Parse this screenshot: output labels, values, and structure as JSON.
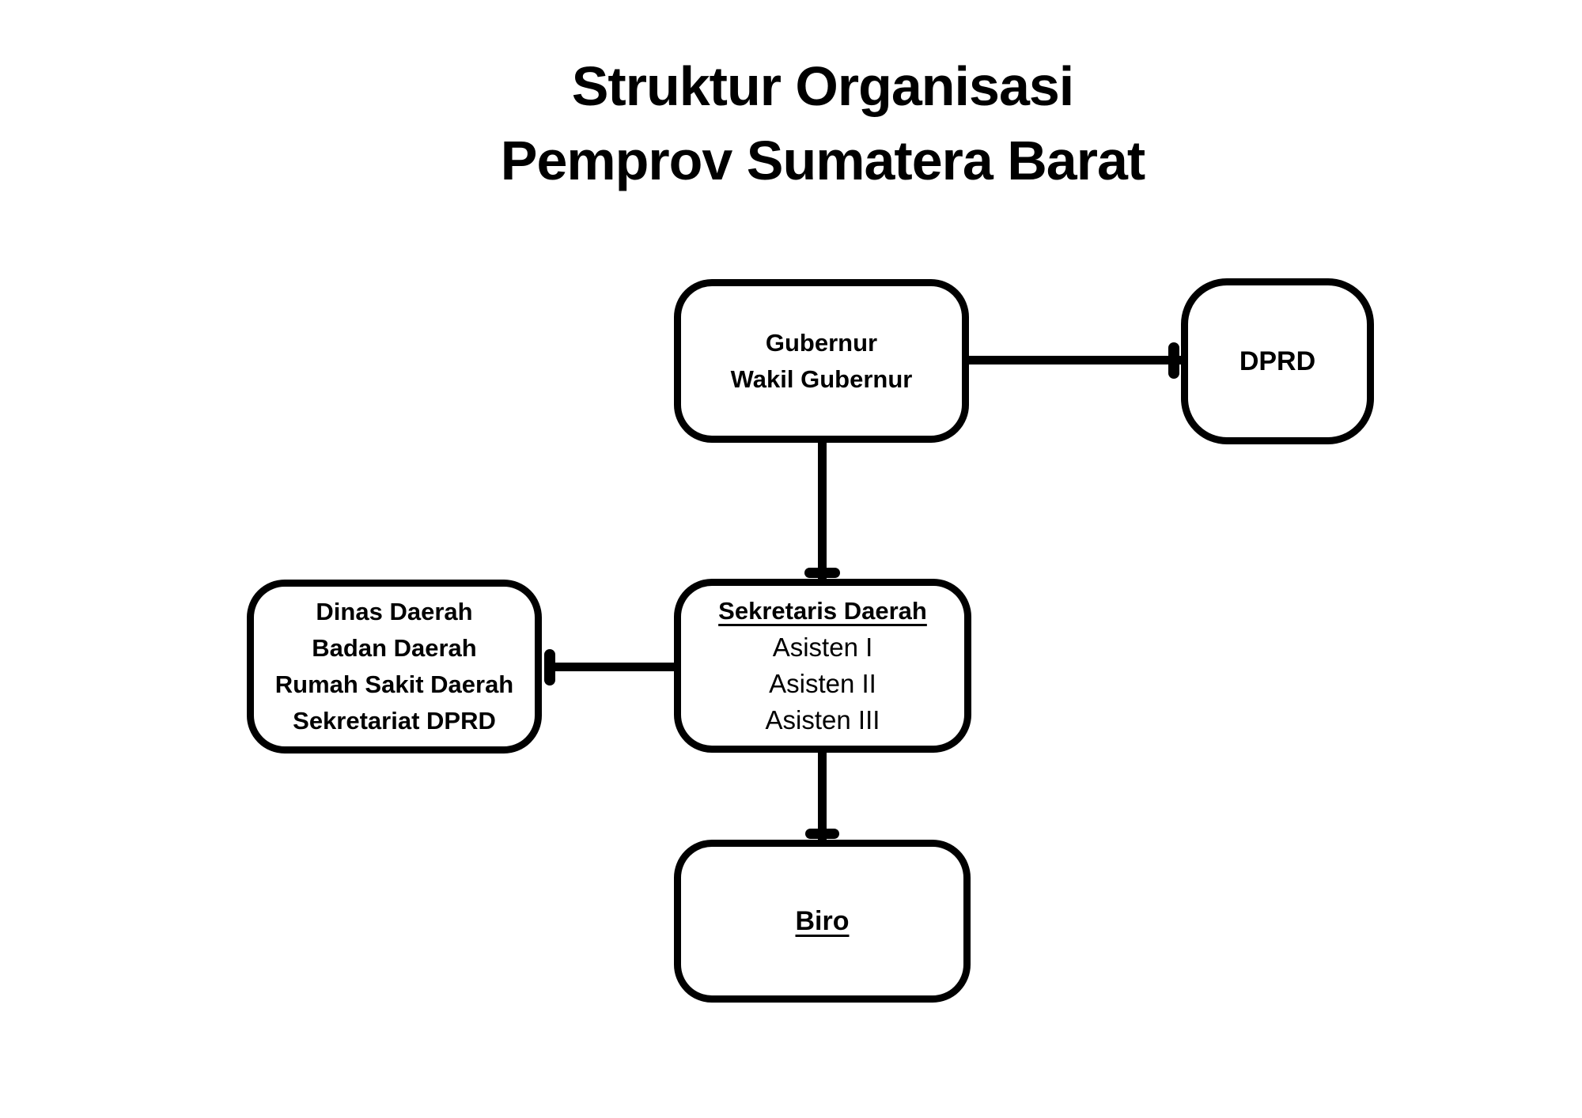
{
  "title": {
    "line1": "Struktur Organisasi",
    "line2": "Pemprov Sumatera Barat"
  },
  "colors": {
    "foreground": "#000000",
    "background": "#ffffff",
    "box_fill": "#ffffff",
    "line": "#000000"
  },
  "nodes": {
    "gubernur": {
      "lines": [
        "Gubernur",
        "Wakil Gubernur"
      ]
    },
    "dprd": {
      "label": "DPRD"
    },
    "sekretaris": {
      "heading": "Sekretaris Daerah",
      "items": [
        "Asisten I",
        "Asisten II",
        "Asisten III"
      ]
    },
    "perangkat_daerah": {
      "lines": [
        "Dinas Daerah",
        "Badan Daerah",
        "Rumah Sakit Daerah",
        "Sekretariat DPRD"
      ]
    },
    "biro": {
      "label": "Biro"
    }
  },
  "edges": [
    {
      "from": "gubernur",
      "to": "dprd",
      "orientation": "horizontal",
      "endcap": "dprd"
    },
    {
      "from": "gubernur",
      "to": "sekretaris",
      "orientation": "vertical",
      "endcap": "sekretaris"
    },
    {
      "from": "sekretaris",
      "to": "perangkat_daerah",
      "orientation": "horizontal",
      "endcap": "perangkat_daerah"
    },
    {
      "from": "sekretaris",
      "to": "biro",
      "orientation": "vertical",
      "endcap": "biro"
    }
  ]
}
